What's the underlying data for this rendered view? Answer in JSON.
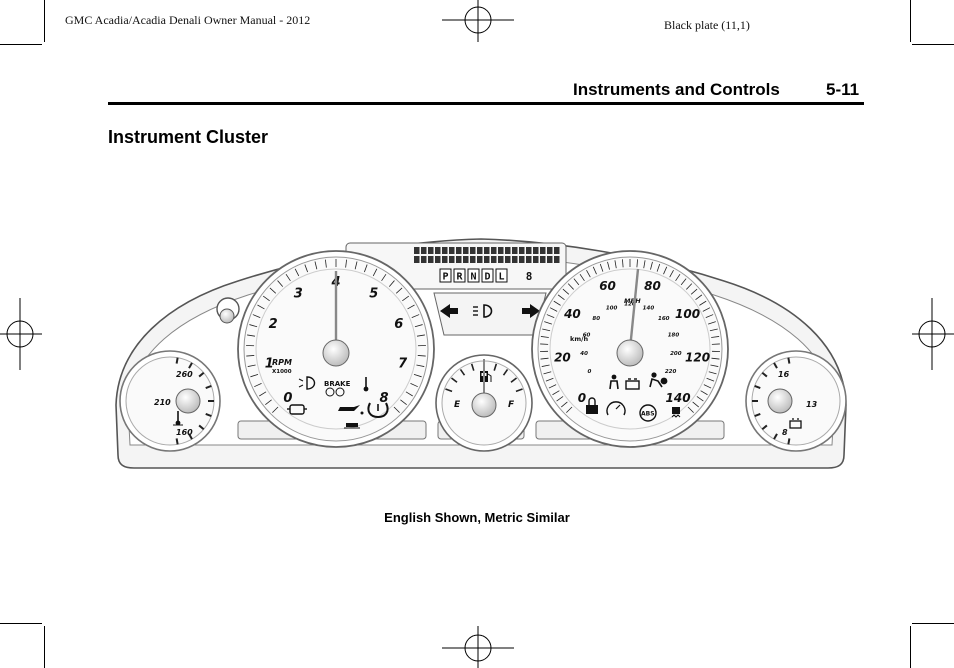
{
  "header": {
    "manual_title": "GMC Acadia/Acadia Denali Owner Manual - 2012",
    "plate": "Black plate (11,1)",
    "section_title": "Instruments and Controls",
    "page_number": "5-11"
  },
  "page": {
    "heading": "Instrument Cluster",
    "caption": "English Shown, Metric Similar"
  },
  "cluster": {
    "gear_letters": [
      "P",
      "R",
      "N",
      "D",
      "L"
    ],
    "gear_number": "8",
    "tachometer": {
      "numbers": [
        "0",
        "1",
        "2",
        "3",
        "4",
        "5",
        "6",
        "7",
        "8"
      ],
      "label": "RPM",
      "multiplier": "X1000",
      "brake_label": "BRAKE"
    },
    "speedometer": {
      "mph_numbers": [
        "0",
        "20",
        "40",
        "60",
        "80",
        "100",
        "120",
        "140"
      ],
      "mph_label": "MPH",
      "kmh_numbers": [
        "0",
        "40",
        "60",
        "80",
        "100",
        "120",
        "140",
        "160",
        "180",
        "200",
        "220"
      ],
      "kmh_label": "km/h",
      "abs_label": "ABS"
    },
    "temp_gauge": {
      "numbers": [
        "260",
        "210",
        "160"
      ]
    },
    "fuel_gauge": {
      "empty": "E",
      "full": "F"
    },
    "volt_gauge": {
      "numbers": [
        "16",
        "13",
        "8"
      ]
    }
  }
}
